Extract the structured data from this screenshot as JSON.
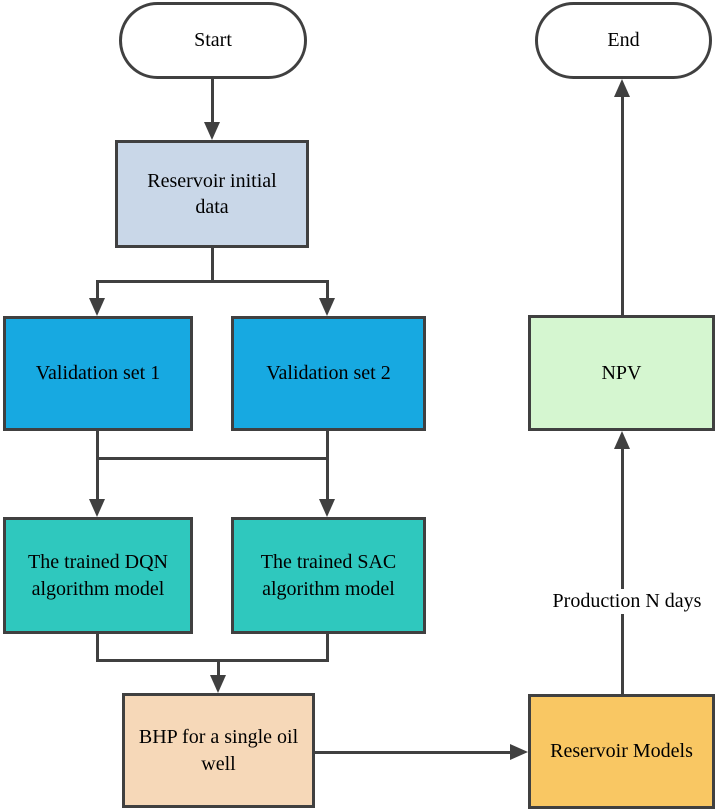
{
  "diagram": {
    "nodes": {
      "start": {
        "label": "Start"
      },
      "reservoir_initial": {
        "label": "Reservoir initial data"
      },
      "validation_1": {
        "label": "Validation set 1"
      },
      "validation_2": {
        "label": "Validation set 2"
      },
      "dqn_model": {
        "label": "The trained DQN algorithm model"
      },
      "sac_model": {
        "label": "The trained SAC algorithm model"
      },
      "bhp": {
        "label": "BHP for a single oil well"
      },
      "reservoir_models": {
        "label": "Reservoir Models"
      },
      "npv": {
        "label": "NPV"
      },
      "end": {
        "label": "End"
      }
    },
    "edge_labels": {
      "reservoir_models_to_npv": "Production N days"
    },
    "colors": {
      "border": "#404040",
      "line": "#404040",
      "terminal_fill": "#ffffff",
      "reservoir_initial_fill": "#c9d7e8",
      "validation_fill": "#17a9e1",
      "model_fill": "#2fc8be",
      "bhp_fill": "#f6d8b8",
      "reservoir_models_fill": "#f9c763",
      "npv_fill": "#d5f6d0"
    }
  }
}
